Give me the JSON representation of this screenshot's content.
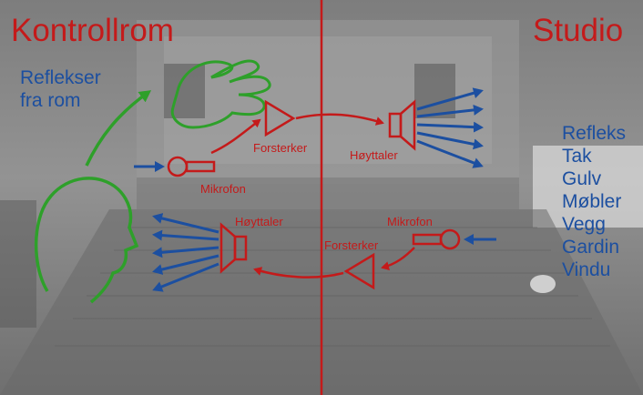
{
  "control_room_title": "Kontrollrom",
  "studio_title": "Studio",
  "reflections_label": [
    "Reflekser",
    "fra rom"
  ],
  "top": {
    "amplifier_label": "Forsterker",
    "speaker_label": "Høyttaler",
    "microphone_label": "Mikrofon"
  },
  "bottom": {
    "speaker_label": "Høyttaler",
    "microphone_label": "Mikrofon",
    "amplifier_label": "Forsterker"
  },
  "studio_reflections": [
    "Refleks",
    "Tak",
    "Gulv",
    "Møbler",
    "Vegg",
    "Gardin",
    "Vindu"
  ],
  "colors": {
    "red": "#c41a1a",
    "blue": "#1c4fa0",
    "green": "#2ea02a",
    "background": "#8a8a8a"
  },
  "icons": {
    "hand": "hand-outline-icon",
    "head": "head-profile-icon",
    "microphone": "microphone-icon",
    "amplifier": "amplifier-triangle-icon",
    "speaker": "speaker-icon"
  }
}
